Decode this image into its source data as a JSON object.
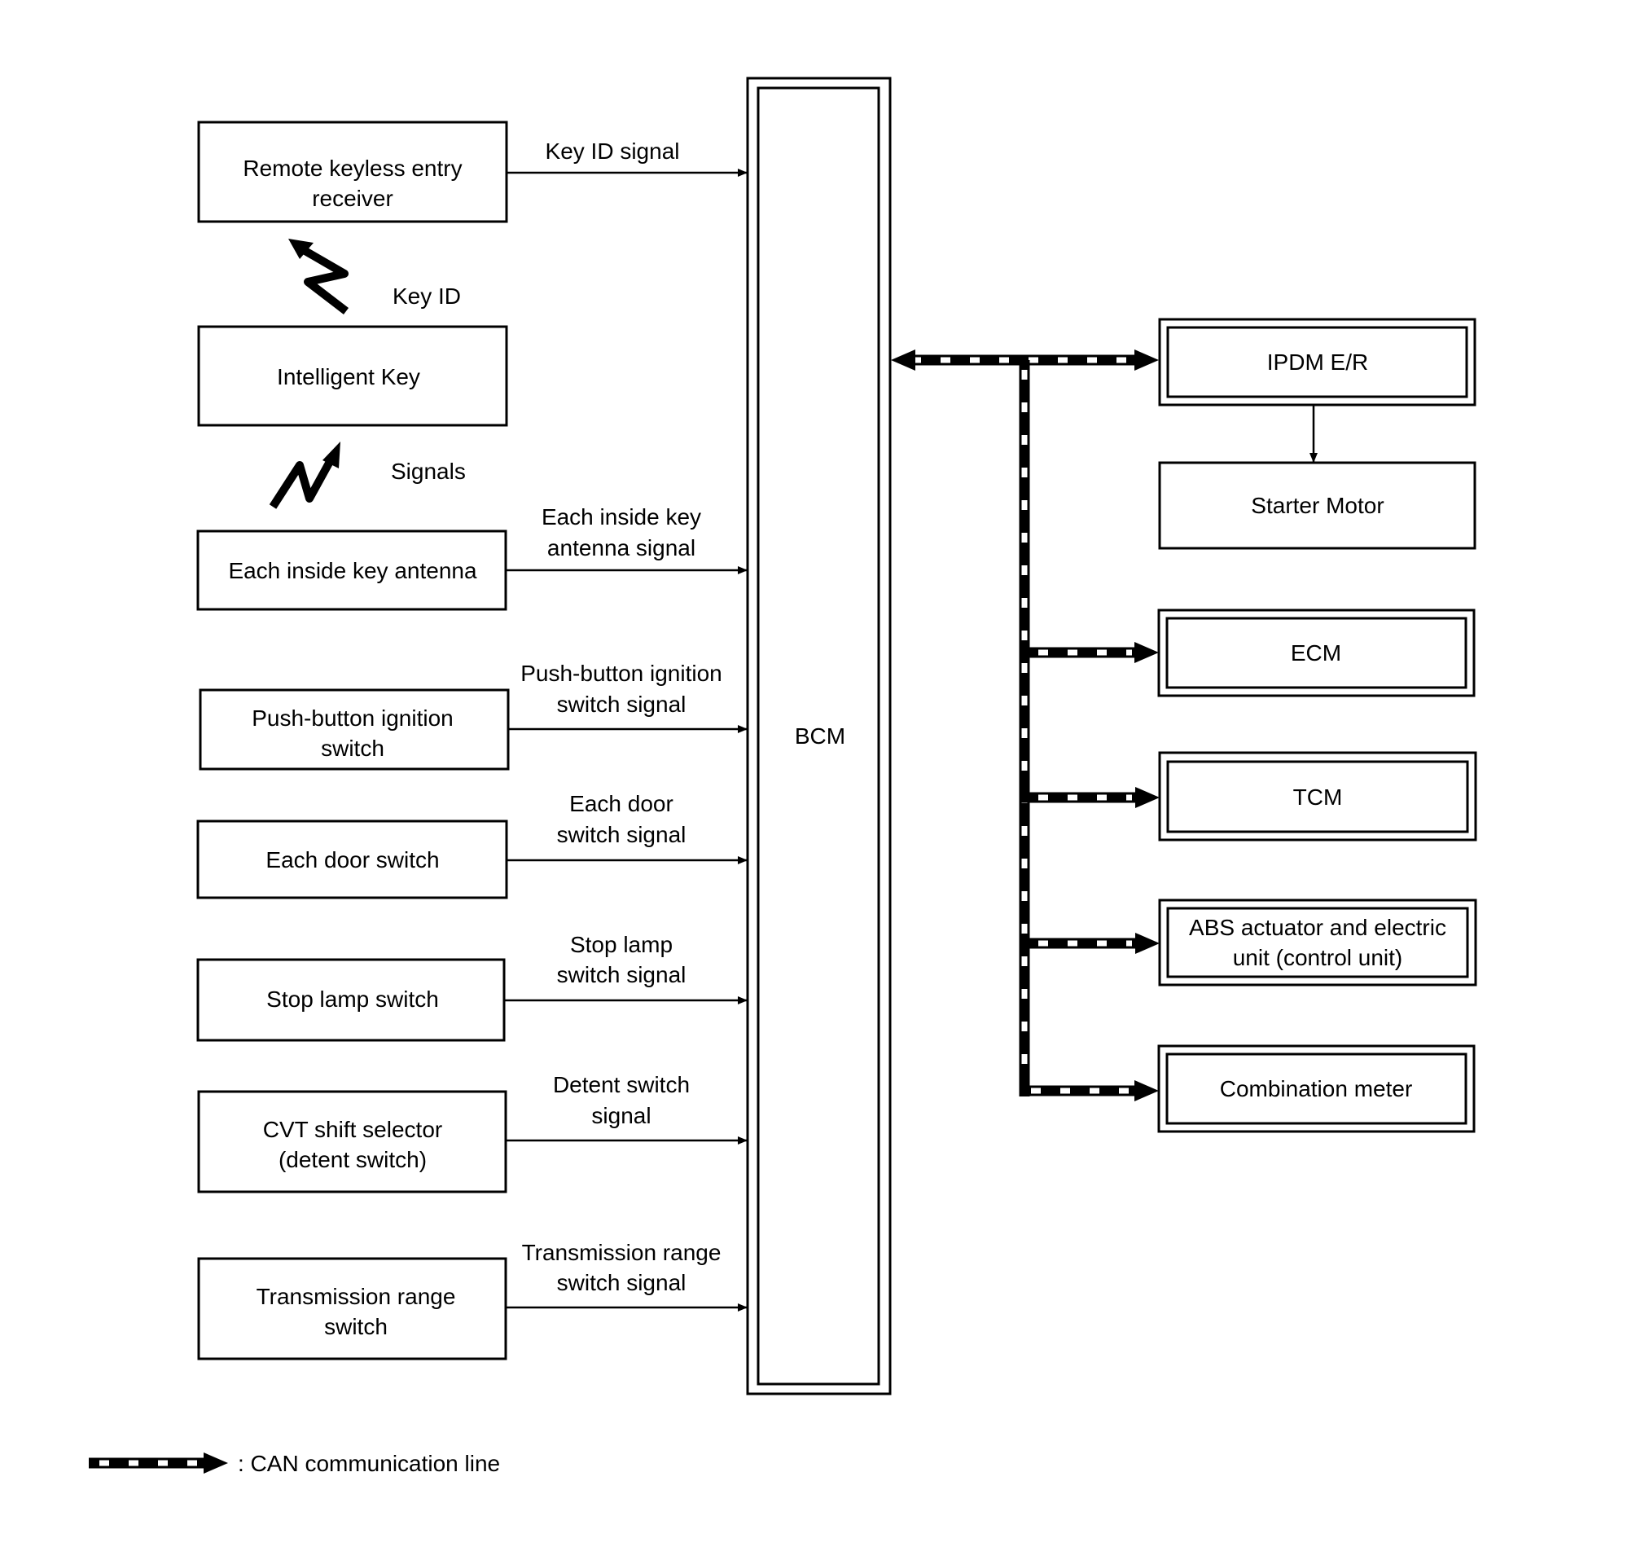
{
  "diagram": {
    "central_unit": {
      "label": "BCM"
    },
    "inputs": [
      {
        "id": "rke",
        "box_lines": [
          "Remote keyless entry",
          "receiver"
        ],
        "signal_lines": [
          "Key ID signal"
        ]
      },
      {
        "id": "intelligent-key",
        "box_lines": [
          "Intelligent Key"
        ],
        "signal_lines": []
      },
      {
        "id": "antenna",
        "box_lines": [
          "Each inside key antenna"
        ],
        "signal_lines": [
          "Each inside key",
          "antenna signal"
        ]
      },
      {
        "id": "push-button",
        "box_lines": [
          "Push-button ignition",
          "switch"
        ],
        "signal_lines": [
          "Push-button ignition",
          "switch signal"
        ]
      },
      {
        "id": "door",
        "box_lines": [
          "Each door switch"
        ],
        "signal_lines": [
          "Each door",
          "switch signal"
        ]
      },
      {
        "id": "stop-lamp",
        "box_lines": [
          "Stop lamp switch"
        ],
        "signal_lines": [
          "Stop lamp",
          "switch signal"
        ]
      },
      {
        "id": "cvt",
        "box_lines": [
          "CVT shift selector",
          "(detent switch)"
        ],
        "signal_lines": [
          "Detent switch",
          "signal"
        ]
      },
      {
        "id": "trans-range",
        "box_lines": [
          "Transmission range",
          "switch"
        ],
        "signal_lines": [
          "Transmission range",
          "switch signal"
        ]
      }
    ],
    "wireless": [
      {
        "label": "Key ID",
        "direction": "Intelligent Key to Remote keyless entry receiver"
      },
      {
        "label": "Signals",
        "direction": "Each inside key antenna to Intelligent Key"
      }
    ],
    "can_nodes": [
      {
        "id": "ipdm",
        "lines": [
          "IPDM E/R"
        ]
      },
      {
        "id": "ecm",
        "lines": [
          "ECM"
        ]
      },
      {
        "id": "tcm",
        "lines": [
          "TCM"
        ]
      },
      {
        "id": "abs",
        "lines": [
          "ABS actuator and electric",
          "unit (control unit)"
        ]
      },
      {
        "id": "combination-meter",
        "lines": [
          "Combination meter"
        ]
      }
    ],
    "ipdm_output": {
      "lines": [
        "Starter Motor"
      ]
    },
    "legend": {
      "label": ": CAN communication line"
    }
  }
}
